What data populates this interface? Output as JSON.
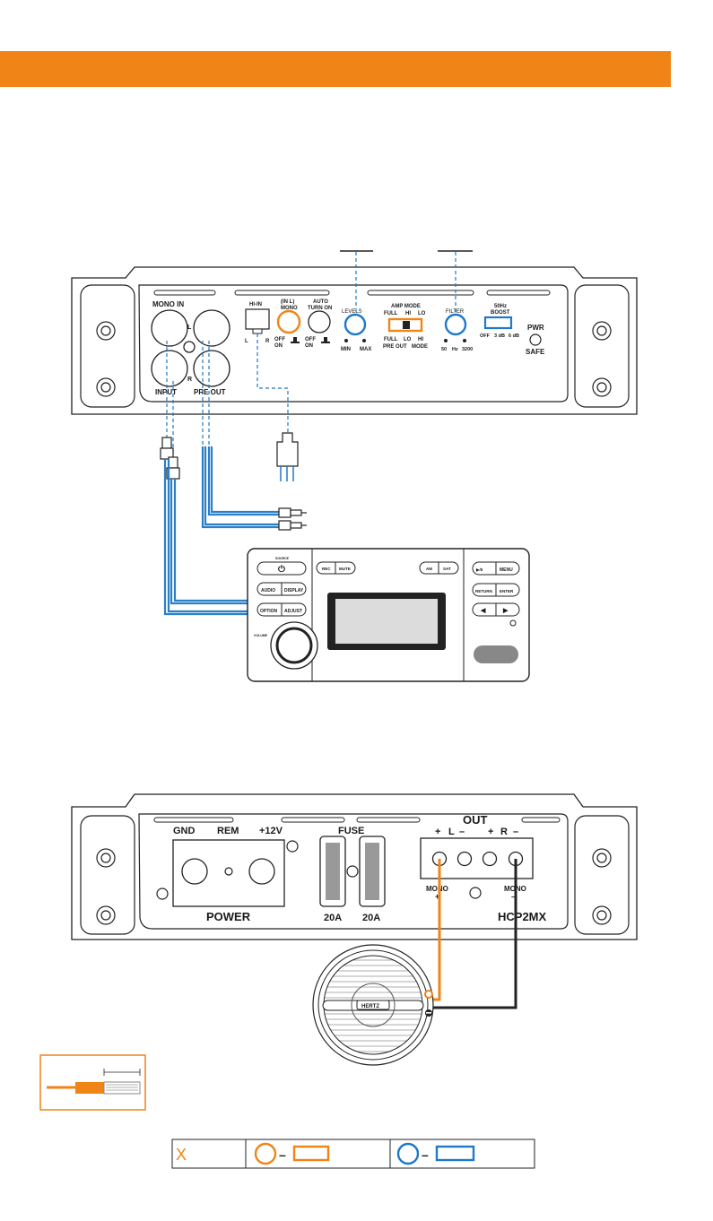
{
  "amp_top": {
    "mono_in": "MONO IN",
    "l": "L",
    "r": "R",
    "input": "INPUT",
    "pre_out": "PRE OUT",
    "hi_in": "HI-IN",
    "hi_in_l": "L",
    "hi_in_r": "R",
    "in_l_mono_1": "(IN L)",
    "in_l_mono_2": "MONO",
    "mono_off": "OFF",
    "mono_on": "ON",
    "auto_turn_on_1": "AUTO",
    "auto_turn_on_2": "TURN ON",
    "auto_off": "OFF",
    "auto_on": "ON",
    "levels": "LEVELS",
    "min": "MIN",
    "max": "MAX",
    "amp_mode": "AMP MODE",
    "full": "FULL",
    "hi": "HI",
    "lo": "LO",
    "full2": "FULL",
    "lo2": "LO",
    "hi2": "HI",
    "pre_out_mode": "PRE OUT",
    "mode": "MODE",
    "filter": "FILTER",
    "f50": "50",
    "hz": "Hz",
    "f3200": "3200",
    "boost_1": "50Hz",
    "boost_2": "BOOST",
    "boost_off": "OFF",
    "boost_3": "3 dB",
    "boost_6": "6 dB",
    "pwr": "PWR",
    "safe": "SAFE"
  },
  "head_unit": {
    "power": "⏻",
    "power_cap": "SOURCE",
    "audio": "AUDIO",
    "display": "DISPLAY",
    "option": "OPTION",
    "adjust": "ADJUST",
    "volume": "VOLUME",
    "rec": "REC",
    "mute": "MUTE",
    "am": "AM",
    "sat": "SAT",
    "play": "▶/II",
    "menu": "MENU",
    "return": "RETURN",
    "enter": "ENTER",
    "prev": "◀",
    "next": "▶"
  },
  "amp_bottom": {
    "gnd": "GND",
    "rem": "REM",
    "v12": "+12V",
    "fuse": "FUSE",
    "power": "POWER",
    "fuse_a1": "20A",
    "fuse_a2": "20A",
    "out": "OUT",
    "plus_l": "+",
    "l": "L",
    "minus_l": "–",
    "plus_r": "+",
    "r": "R",
    "minus_r": "–",
    "mono_plus_1": "MONO",
    "mono_plus_2": "+",
    "mono_minus_1": "MONO",
    "mono_minus_2": "–",
    "model": "HCP2MX"
  },
  "speaker": {
    "brand": "HERTZ",
    "plus": "+",
    "minus": "–"
  },
  "legend": {
    "x": "X",
    "dash1": "–",
    "dash2": "–"
  },
  "colors": {
    "accent": "#f18416",
    "blue": "#1f78c8",
    "cable_blue": "#2a7fc7"
  }
}
